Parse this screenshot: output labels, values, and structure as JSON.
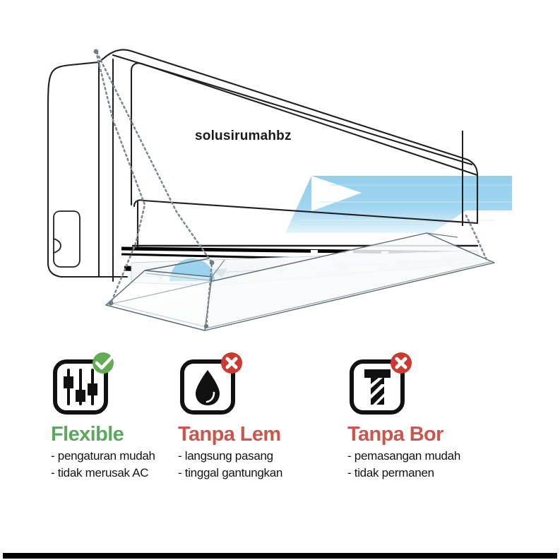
{
  "illustration": {
    "watermark": "solusirumahbz",
    "alt_name": "air-conditioner-deflector-diagram",
    "colors": {
      "airflow_blue": "#8ECDEC",
      "airflow_blue_light": "#BFE3F4",
      "outline": "#231F20",
      "chain_gray": "#7B8A93",
      "panel_gray": "#E9EDF0"
    }
  },
  "features": [
    {
      "id": "flexible",
      "title": "Flexible",
      "title_color": "#5CA85C",
      "badge": "check-badge",
      "badge_color": "#5CA85C",
      "icon": "sliders-icon",
      "bullets": [
        "- pengaturan mudah",
        "- tidak merusak AC"
      ]
    },
    {
      "id": "tanpa-lem",
      "title": "Tanpa Lem",
      "title_color": "#CB574C",
      "badge": "cross-badge",
      "badge_color": "#CB392F",
      "icon": "glue-drop-icon",
      "bullets": [
        "- langsung pasang",
        "- tinggal gantungkan"
      ]
    },
    {
      "id": "tanpa-bor",
      "title": "Tanpa Bor",
      "title_color": "#CB574C",
      "badge": "cross-badge",
      "badge_color": "#CB392F",
      "icon": "drill-bit-icon",
      "bullets": [
        "- pemasangan mudah",
        "- tidak permanen"
      ]
    }
  ]
}
